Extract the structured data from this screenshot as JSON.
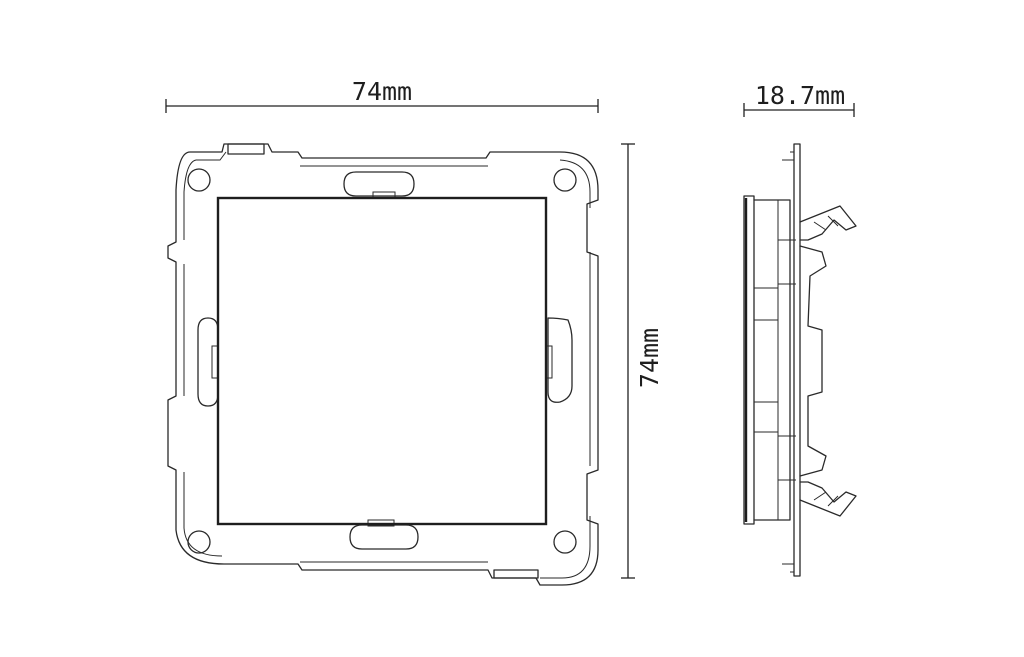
{
  "dimensions": {
    "width_label": "74mm",
    "height_label": "74mm",
    "depth_label": "18.7mm"
  },
  "colors": {
    "line": "#2a2a2a",
    "background": "#ffffff"
  }
}
